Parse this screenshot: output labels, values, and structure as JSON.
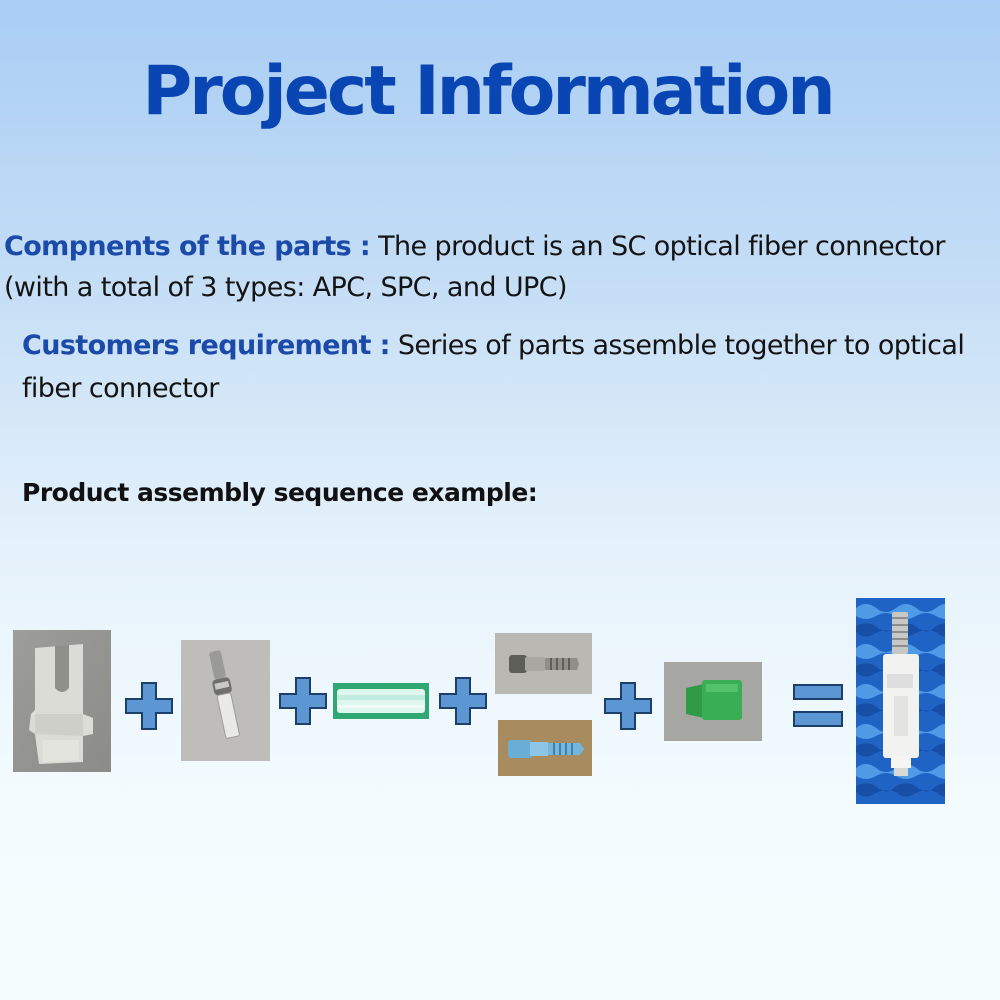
{
  "page": {
    "title": "Project Information",
    "components": {
      "label": "Compnents of the parts :",
      "text": "The product is an SC optical fiber connector (with a total of 3 types: APC, SPC, and UPC)"
    },
    "requirement": {
      "label": "Customers requirement :",
      "text": "Series of parts assemble together to optical fiber connector"
    },
    "sequence_heading": "Product assembly sequence example:"
  },
  "assembly": {
    "parts": [
      {
        "id": "part-1",
        "icon": "white-housing-part"
      },
      {
        "id": "part-2",
        "icon": "ferrule-pin-part"
      },
      {
        "id": "part-3",
        "icon": "transparent-tube-part"
      },
      {
        "id": "part-4a",
        "icon": "metal-crimp-sleeve-part"
      },
      {
        "id": "part-4b",
        "icon": "blue-metal-sleeve-part"
      },
      {
        "id": "part-5",
        "icon": "green-boot-part"
      },
      {
        "id": "result",
        "icon": "assembled-sc-connector"
      }
    ],
    "operators": [
      "plus",
      "plus",
      "plus",
      "plus",
      "equals"
    ],
    "colors": {
      "operator_fill": "#5c96d3",
      "operator_stroke": "#1d3f6b"
    }
  }
}
